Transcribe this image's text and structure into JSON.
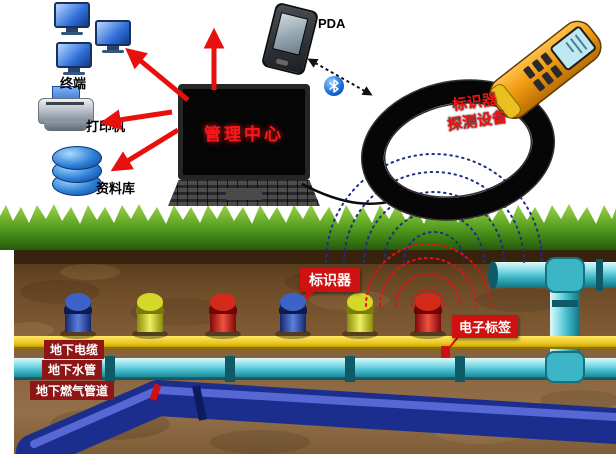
{
  "top_section": {
    "terminal_label": "终端",
    "printer_label": "打印机",
    "database_label": "资料库",
    "laptop_screen_text": "管理中心",
    "pda_label": "PDA",
    "detector_label_line1": "标识器",
    "detector_label_line2": "探测设备"
  },
  "underground_section": {
    "marker_label": "标识器",
    "electronic_tag_label": "电子标签",
    "cable_pipe_label": "地下电缆",
    "water_pipe_label": "地下水管",
    "gas_pipe_label": "地下燃气管道"
  },
  "icons": {
    "terminal": "monitor-icon",
    "printer": "printer-icon",
    "database": "database-icon",
    "management_center": "laptop-icon",
    "handheld": "pda-icon",
    "wireless_link": "bluetooth-icon",
    "detector": "detector-ring-icon",
    "signal_up": "radio-waves-icon",
    "signal_down": "red-radio-waves-icon",
    "buried_marker": "marker-cylinder-icon"
  },
  "colors": {
    "arrow_red": "#e8100c",
    "label_background_red": "#d01111",
    "pipe_label_background": "#8e1616",
    "screen_text_red": "#ff1616",
    "grass_green": "#4f9a1c",
    "soil_brown": "#7d5c36",
    "cable_yellow": "#e8c21a",
    "water_pipe_cyan": "#3cb6c6",
    "gas_pipe_blue": "#1b2e8e",
    "marker_blue": "#2a4fae",
    "marker_yellow": "#d6d829",
    "marker_red": "#cf1414",
    "detector_body_orange": "#ef9a12"
  }
}
